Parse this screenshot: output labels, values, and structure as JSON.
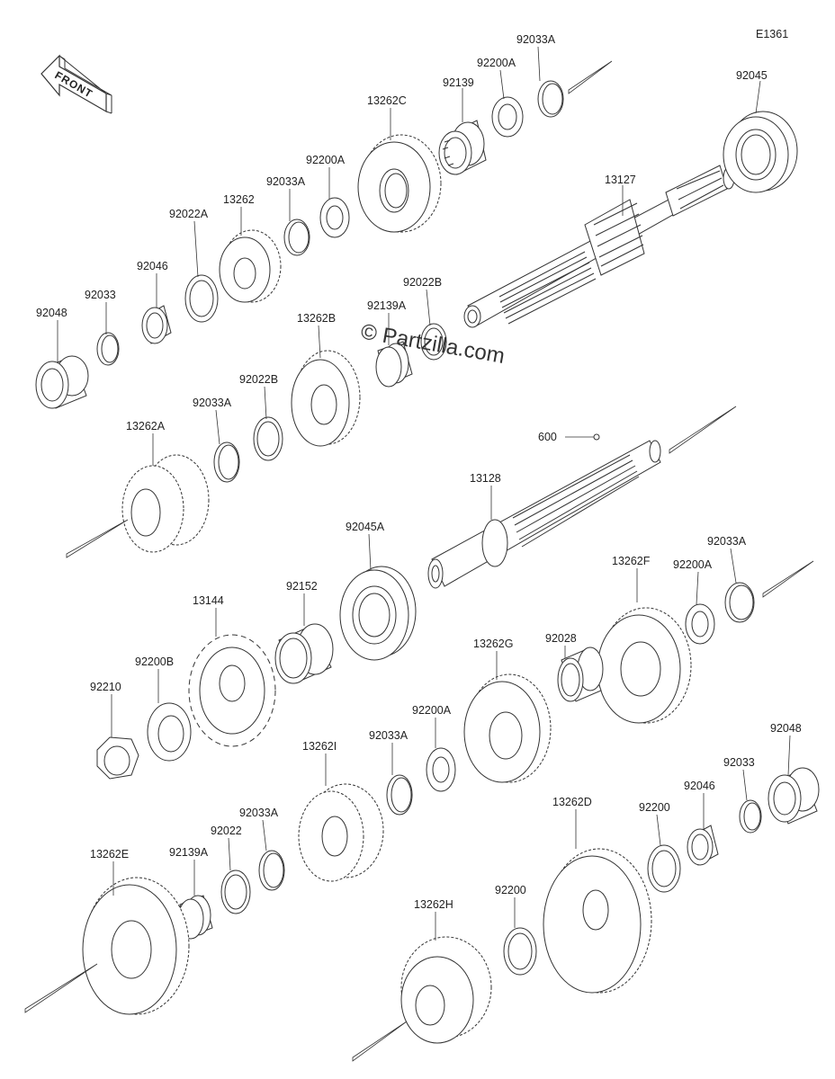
{
  "diagram_code": "E1361",
  "front_label": "FRONT",
  "watermark": "© Partzilla.com",
  "callouts": [
    {
      "id": "92033A_top",
      "text": "92033A"
    },
    {
      "id": "92045_top",
      "text": "92045"
    },
    {
      "id": "92200A_top",
      "text": "92200A"
    },
    {
      "id": "92139",
      "text": "92139"
    },
    {
      "id": "13262C",
      "text": "13262C"
    },
    {
      "id": "13127",
      "text": "13127"
    },
    {
      "id": "92200A_mid",
      "text": "92200A"
    },
    {
      "id": "92033A_mid",
      "text": "92033A"
    },
    {
      "id": "13262",
      "text": "13262"
    },
    {
      "id": "92022A",
      "text": "92022A"
    },
    {
      "id": "92046_top",
      "text": "92046"
    },
    {
      "id": "92033_top",
      "text": "92033"
    },
    {
      "id": "92048_top",
      "text": "92048"
    },
    {
      "id": "92022B_right",
      "text": "92022B"
    },
    {
      "id": "92139A_top",
      "text": "92139A"
    },
    {
      "id": "13262B",
      "text": "13262B"
    },
    {
      "id": "92022B_left",
      "text": "92022B"
    },
    {
      "id": "92033A_left",
      "text": "92033A"
    },
    {
      "id": "13262A",
      "text": "13262A"
    },
    {
      "id": "600",
      "text": "600"
    },
    {
      "id": "13128",
      "text": "13128"
    },
    {
      "id": "92045A",
      "text": "92045A"
    },
    {
      "id": "13262F",
      "text": "13262F"
    },
    {
      "id": "92200A_right",
      "text": "92200A"
    },
    {
      "id": "92033A_right",
      "text": "92033A"
    },
    {
      "id": "13144",
      "text": "13144"
    },
    {
      "id": "92152",
      "text": "92152"
    },
    {
      "id": "92200B",
      "text": "92200B"
    },
    {
      "id": "92210",
      "text": "92210"
    },
    {
      "id": "13262G",
      "text": "13262G"
    },
    {
      "id": "92028",
      "text": "92028"
    },
    {
      "id": "92200A_low",
      "text": "92200A"
    },
    {
      "id": "92033A_low",
      "text": "92033A"
    },
    {
      "id": "13262I",
      "text": "13262I"
    },
    {
      "id": "92048_bottom",
      "text": "92048"
    },
    {
      "id": "92033_bottom",
      "text": "92033"
    },
    {
      "id": "92046_bottom",
      "text": "92046"
    },
    {
      "id": "92200_right",
      "text": "92200"
    },
    {
      "id": "13262D",
      "text": "13262D"
    },
    {
      "id": "92033A_bottom",
      "text": "92033A"
    },
    {
      "id": "92022",
      "text": "92022"
    },
    {
      "id": "92139A_bottom",
      "text": "92139A"
    },
    {
      "id": "13262E",
      "text": "13262E"
    },
    {
      "id": "92200_bottom",
      "text": "92200"
    },
    {
      "id": "13262H",
      "text": "13262H"
    }
  ]
}
